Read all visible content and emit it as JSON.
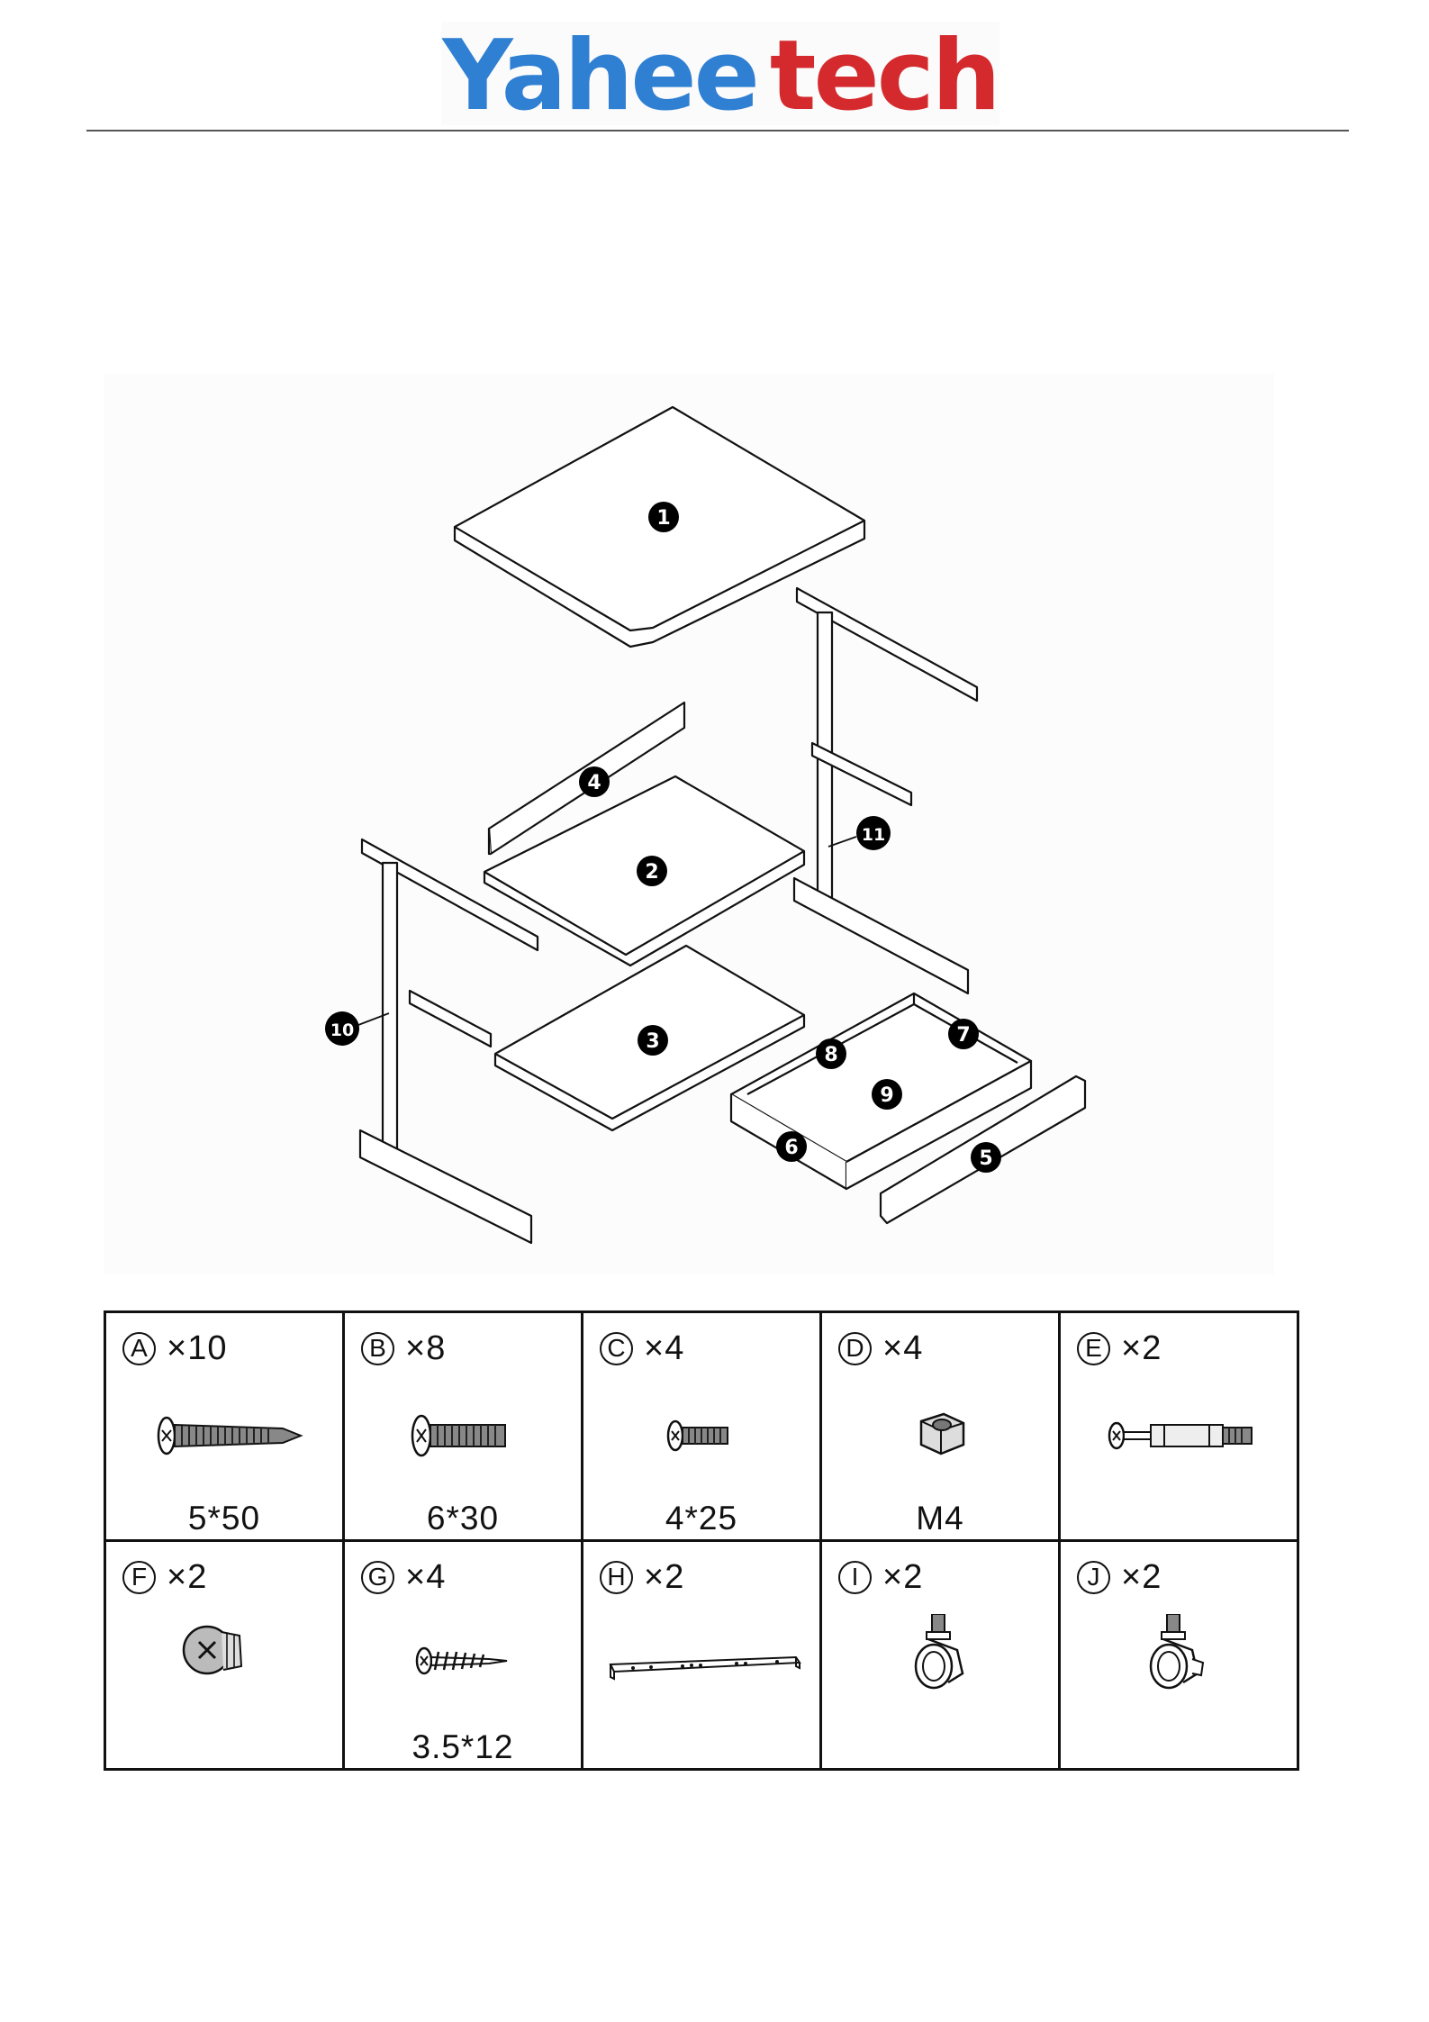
{
  "brand": {
    "part1": "Yahee",
    "part2": "tech"
  },
  "diagram": {
    "callouts": [
      "1",
      "2",
      "3",
      "4",
      "5",
      "6",
      "7",
      "8",
      "9",
      "10",
      "11"
    ]
  },
  "hardware": [
    {
      "letter": "A",
      "qty": "×10",
      "spec": "5*50",
      "icon": "wood-screw-icon"
    },
    {
      "letter": "B",
      "qty": "×8",
      "spec": "6*30",
      "icon": "bolt-icon"
    },
    {
      "letter": "C",
      "qty": "×4",
      "spec": "4*25",
      "icon": "short-bolt-icon"
    },
    {
      "letter": "D",
      "qty": "×4",
      "spec": "M4",
      "icon": "hex-nut-icon"
    },
    {
      "letter": "E",
      "qty": "×2",
      "spec": "",
      "icon": "cam-bolt-icon"
    },
    {
      "letter": "F",
      "qty": "×2",
      "spec": "",
      "icon": "cam-lock-icon"
    },
    {
      "letter": "G",
      "qty": "×4",
      "spec": "3.5*12",
      "icon": "small-screw-icon"
    },
    {
      "letter": "H",
      "qty": "×2",
      "spec": "",
      "icon": "drawer-slide-icon"
    },
    {
      "letter": "I",
      "qty": "×2",
      "spec": "",
      "icon": "caster-wheel-icon"
    },
    {
      "letter": "J",
      "qty": "×2",
      "spec": "",
      "icon": "caster-wheel-brake-icon"
    }
  ]
}
